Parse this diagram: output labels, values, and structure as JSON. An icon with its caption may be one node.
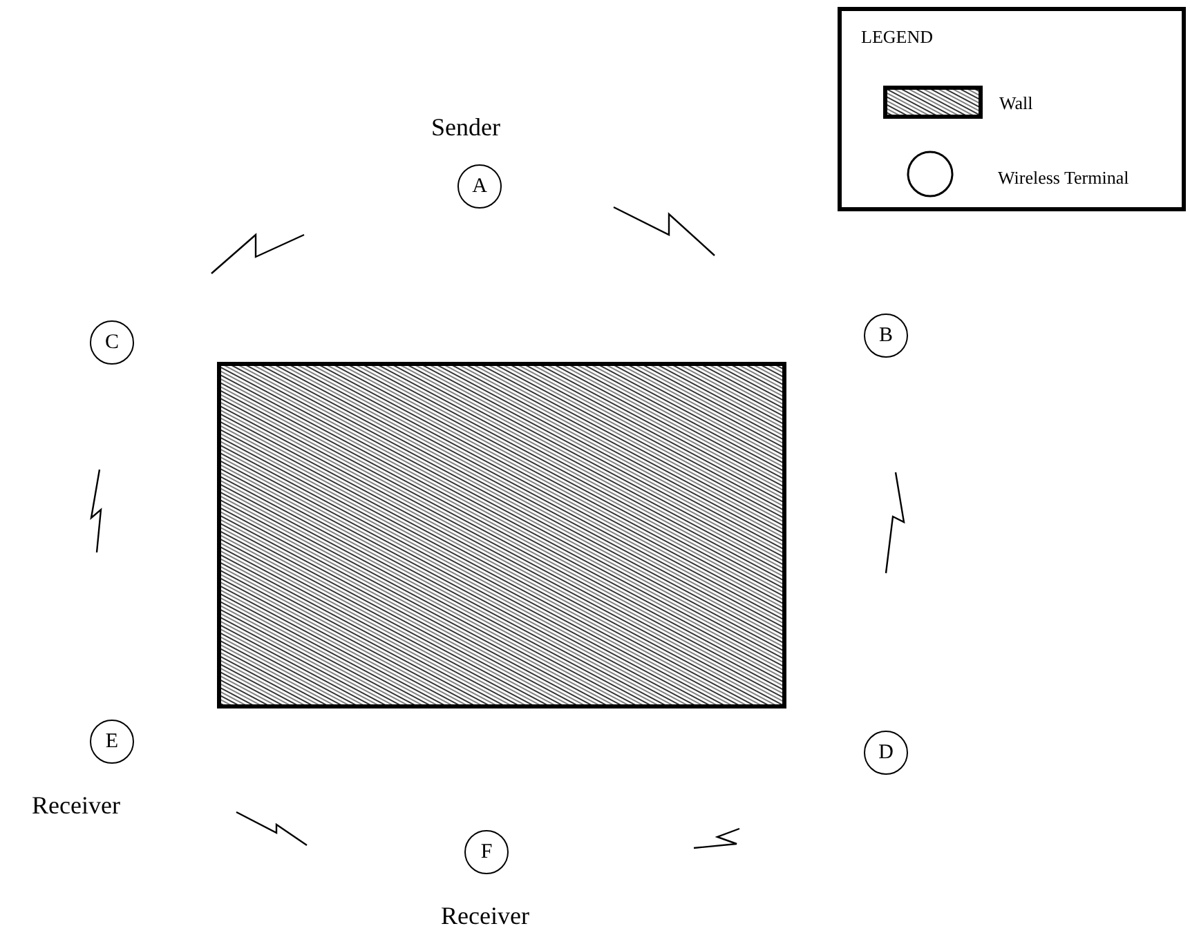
{
  "diagram": {
    "nodes": [
      {
        "text": [
          "A"
        ],
        "beside": [
          "Sender"
        ]
      },
      {
        "text": [
          "C"
        ]
      },
      {
        "text": [
          "B"
        ]
      },
      {
        "text": [],
        "shape": "box"
      },
      {
        "text": [
          "E"
        ],
        "beside": [
          "Receiver"
        ]
      },
      {
        "text": [
          "D"
        ]
      },
      {
        "text": [
          "F"
        ],
        "beside": [
          "Receiver"
        ]
      }
    ],
    "labels": [
      "LEGEND"
    ],
    "legend": [
      {
        "text": "Wall"
      },
      {
        "text": "Wireless Terminal"
      }
    ]
  }
}
